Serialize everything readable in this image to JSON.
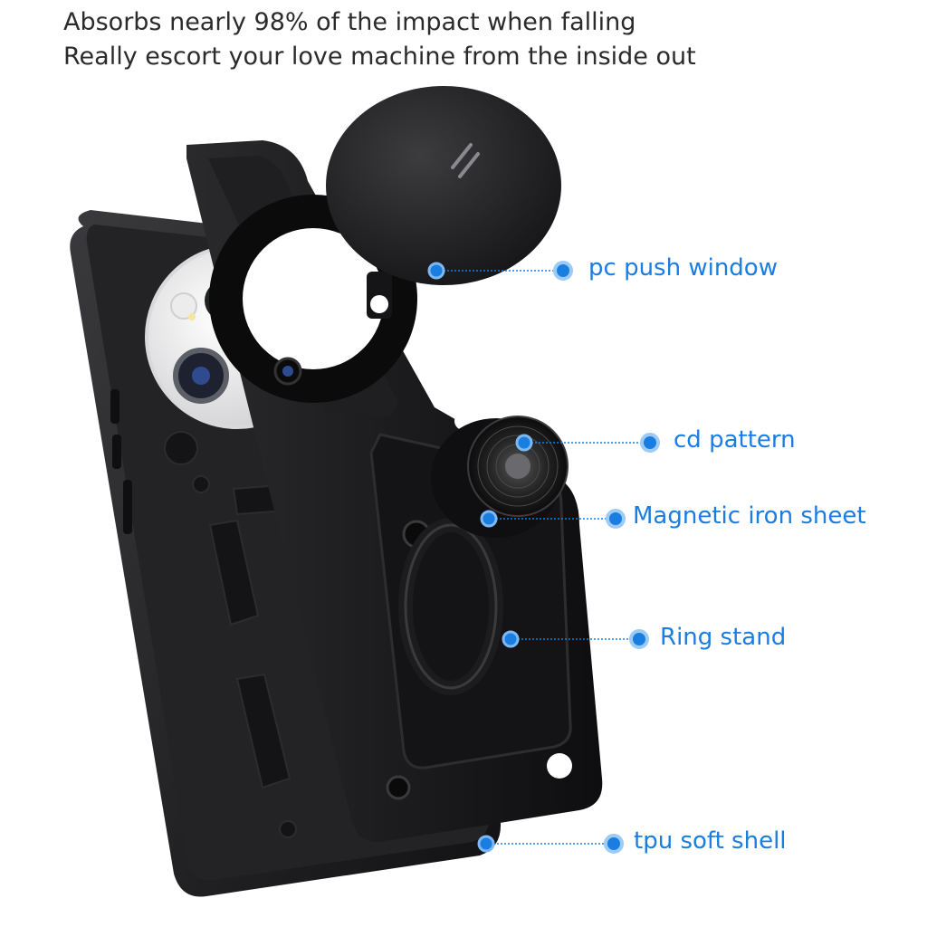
{
  "headline": {
    "line1": "Absorbs nearly 98% of the impact when falling",
    "line2": "Really escort your love machine from the inside out"
  },
  "callouts": [
    {
      "label": "pc push window"
    },
    {
      "label": "cd pattern"
    },
    {
      "label": "Magnetic iron sheet"
    },
    {
      "label": "Ring stand"
    },
    {
      "label": "tpu soft shell"
    }
  ],
  "colors": {
    "accent": "#1a7de0",
    "case_black": "#1b1b1d",
    "text": "#2b2b2b"
  }
}
